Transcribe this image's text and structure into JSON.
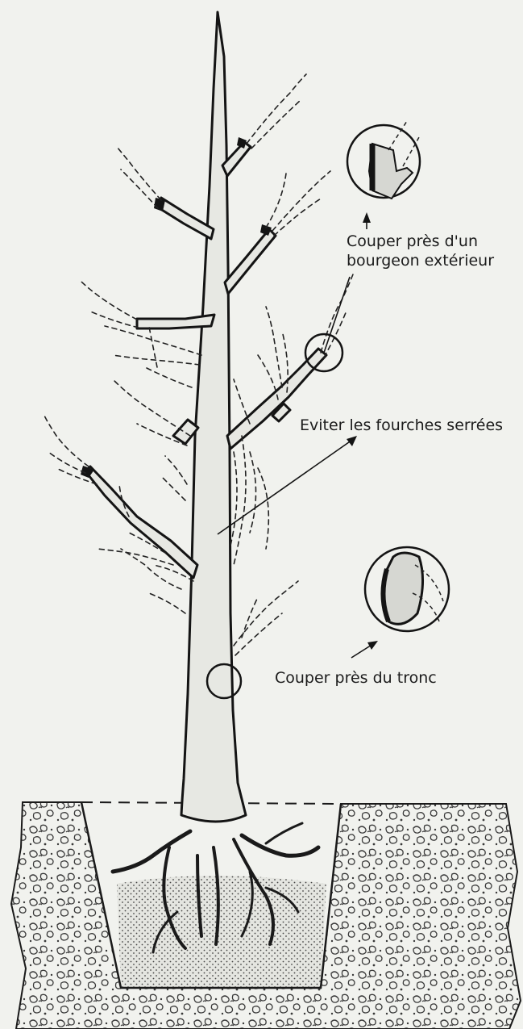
{
  "labels": {
    "outer_bud_line1": "Couper près d'un",
    "outer_bud_line2": "bourgeon extérieur",
    "tight_forks": "Eviter les fourches serrées",
    "near_trunk": "Couper près du tronc"
  }
}
